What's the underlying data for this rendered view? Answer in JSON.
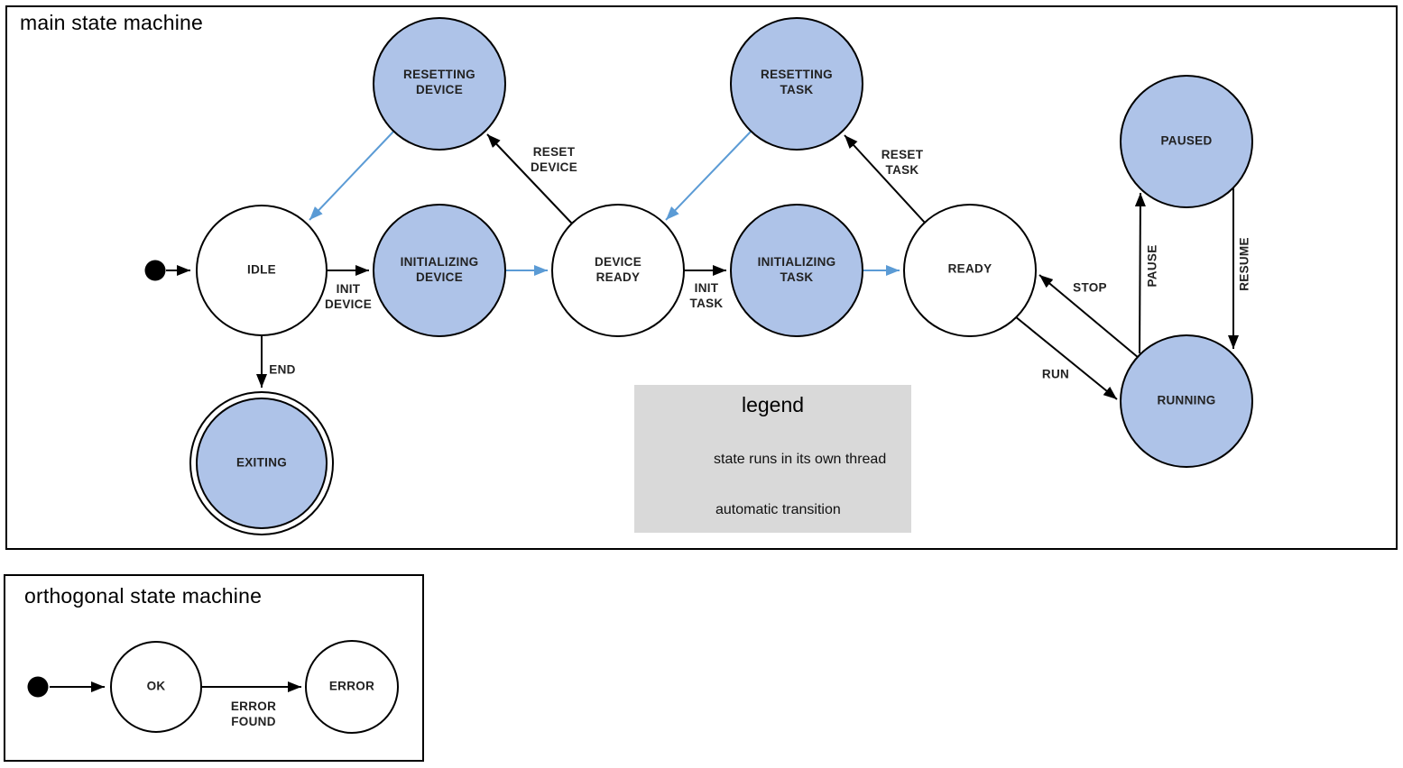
{
  "colors": {
    "thread_state_fill": "#aec3e8",
    "auto_transition_blue": "#5b9bd5",
    "legend_background": "#d9d9d9",
    "stroke": "#000000"
  },
  "main_machine": {
    "title": "main state machine",
    "states": {
      "idle": "IDLE",
      "resetting_device": "RESETTING\nDEVICE",
      "initializing_device": "INITIALIZING\nDEVICE",
      "device_ready": "DEVICE\nREADY",
      "resetting_task": "RESETTING\nTASK",
      "initializing_task": "INITIALIZING\nTASK",
      "ready": "READY",
      "paused": "PAUSED",
      "running": "RUNNING",
      "exiting": "EXITING"
    },
    "transitions": {
      "init_device": "INIT\nDEVICE",
      "reset_device": "RESET\nDEVICE",
      "init_task": "INIT\nTASK",
      "reset_task": "RESET\nTASK",
      "stop": "STOP",
      "run": "RUN",
      "pause": "PAUSE",
      "resume": "RESUME",
      "end": "END"
    }
  },
  "legend": {
    "title": "legend",
    "thread_state_label": "state runs in its own thread",
    "auto_transition_label": "automatic transition"
  },
  "orthogonal_machine": {
    "title": "orthogonal state machine",
    "states": {
      "ok": "OK",
      "error": "ERROR"
    },
    "transitions": {
      "error_found": "ERROR\nFOUND"
    }
  }
}
